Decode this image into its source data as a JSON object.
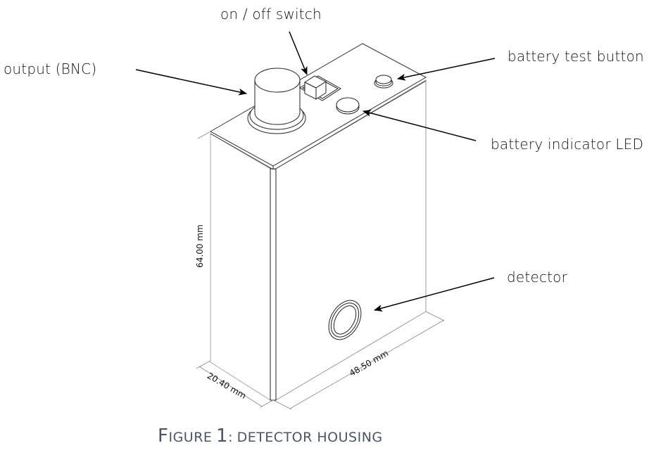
{
  "figure": {
    "caption": {
      "first_letter": "F",
      "rest_first_word": "IGURE",
      "number": "1",
      "separator": ":",
      "title": "DETECTOR HOUSING"
    },
    "callouts": {
      "switch": "on / off switch",
      "output": "output (BNC)",
      "test_button": "battery test button",
      "led": "battery indicator LED",
      "detector": "detector"
    },
    "dimensions": {
      "height": "64.00 mm",
      "depth": "20.40 mm",
      "width": "48.50 mm"
    },
    "colors": {
      "line": "#222222",
      "light_line": "#999999",
      "caption": "#4a5568"
    }
  }
}
